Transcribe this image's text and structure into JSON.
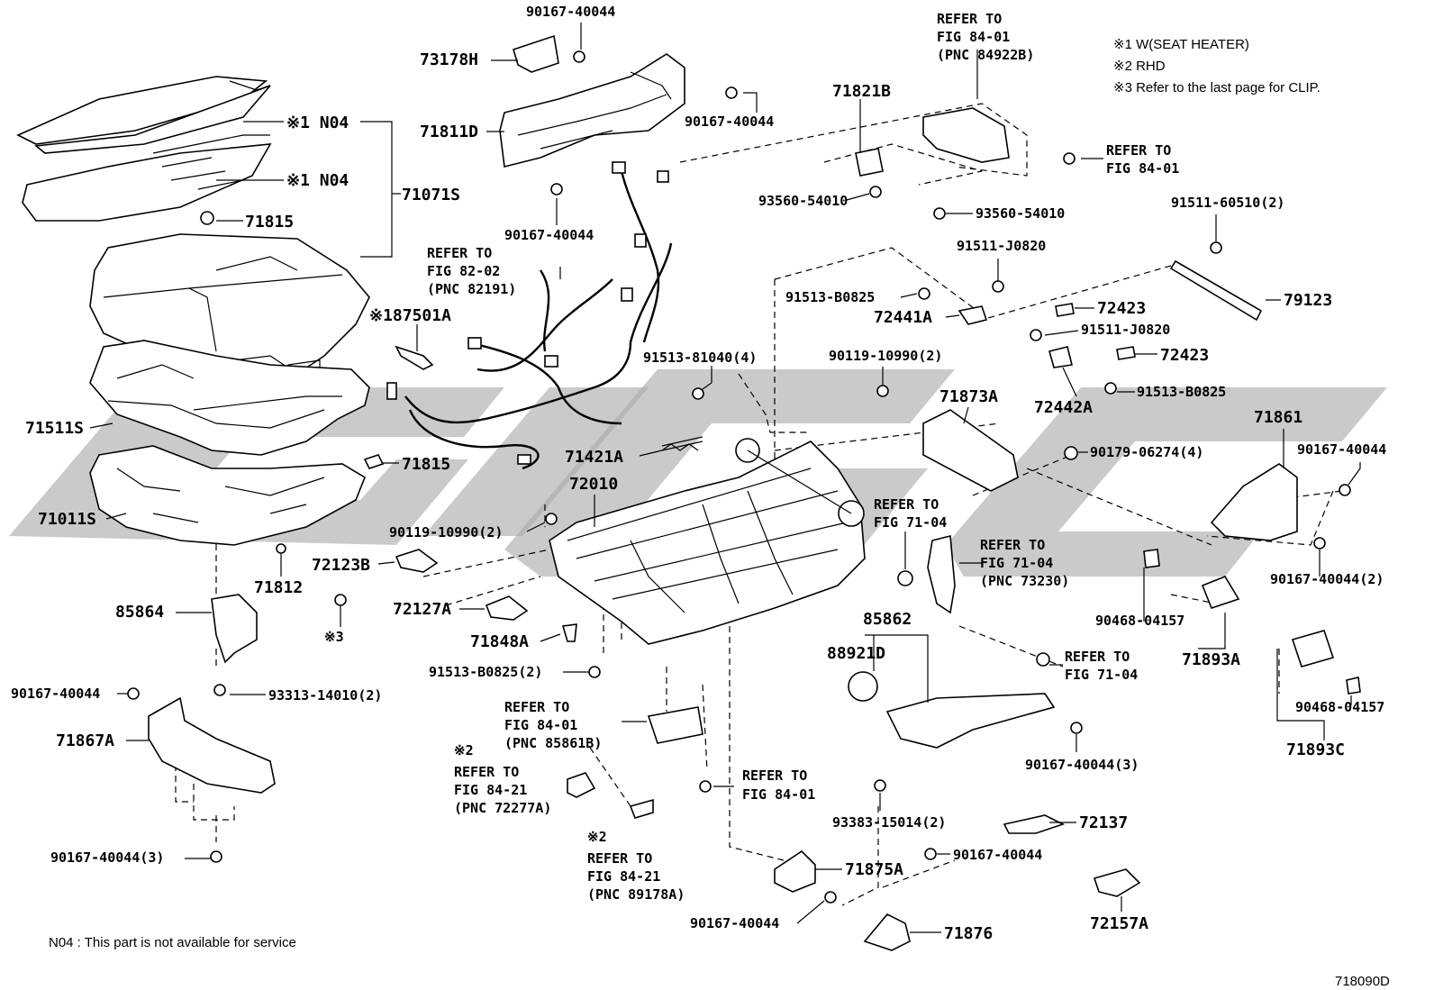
{
  "legend": {
    "note1": "※1 W(SEAT HEATER)",
    "note2": "※2 RHD",
    "note3": "※3 Refer to the last page for CLIP."
  },
  "footnote": "N04 : This part is not available for service",
  "figure_id": "718090D",
  "labels": {
    "l_90167_40044_top": "90167-40044",
    "l_73178H": "73178H",
    "l_71811D": "71811D",
    "l_90167_40044_r": "90167-40044",
    "l_90167_40044_m": "90167-40044",
    "l_n04a": "※1 N04",
    "l_n04b": "※1 N04",
    "l_71071S": "71071S",
    "l_71815a": "71815",
    "ref_82_02_1": "REFER TO",
    "ref_82_02_2": "FIG 82-02",
    "ref_82_02_3": "(PNC 82191)",
    "l_187501A": "※187501A",
    "l_71511S": "71511S",
    "l_71815b": "71815",
    "l_71011S": "71011S",
    "l_71812": "71812",
    "l_x3": "※3",
    "l_85864": "85864",
    "l_90167_40044_ll": "90167-40044",
    "l_93313": "93313-14010(2)",
    "l_71867A": "71867A",
    "l_90167_40044_3a": "90167-40044(3)",
    "ref_84_01_top_1": "REFER TO",
    "ref_84_01_top_2": "FIG 84-01",
    "ref_84_01_top_3": "(PNC 84922B)",
    "l_71821B": "71821B",
    "ref_84_01_r_1": "REFER TO",
    "ref_84_01_r_2": "FIG 84-01",
    "l_93560a": "93560-54010",
    "l_93560b": "93560-54010",
    "l_91511_60510": "91511-60510(2)",
    "l_91511_J0820a": "91511-J0820",
    "l_91513_B0825a": "91513-B0825",
    "l_72441A": "72441A",
    "l_72423a": "72423",
    "l_91511_J0820b": "91511-J0820",
    "l_79123": "79123",
    "l_72423b": "72423",
    "l_72442A": "72442A",
    "l_91513_B0825b": "91513-B0825",
    "l_91513_81040": "91513-81040(4)",
    "l_90119_10990a": "90119-10990(2)",
    "l_71873A": "71873A",
    "l_71861": "71861",
    "l_90167_40044_rr": "90167-40044",
    "l_71421A": "71421A",
    "l_90179": "90179-06274(4)",
    "l_72010": "72010",
    "ref_71_04a_1": "REFER TO",
    "ref_71_04a_2": "FIG 71-04",
    "ref_71_04b_1": "REFER TO",
    "ref_71_04b_2": "FIG 71-04",
    "ref_71_04b_3": "(PNC 73230)",
    "l_90119_10990b": "90119-10990(2)",
    "l_72123B": "72123B",
    "l_90167_40044_2": "90167-40044(2)",
    "l_72127A": "72127A",
    "l_85862": "85862",
    "l_90468a": "90468-04157",
    "l_71893A": "71893A",
    "l_71848A": "71848A",
    "l_88921D": "88921D",
    "ref_71_04c_1": "REFER TO",
    "ref_71_04c_2": "FIG 71-04",
    "l_91513_B0825c": "91513-B0825(2)",
    "ref_84_01_m_1": "REFER TO",
    "ref_84_01_m_2": "FIG 84-01",
    "ref_84_01_m_3": "(PNC 85861B)",
    "l_90468b": "90468-04157",
    "l_71893C": "71893C",
    "x2a": "※2",
    "ref_84_21a_1": "REFER TO",
    "ref_84_21a_2": "FIG 84-21",
    "ref_84_21a_3": "(PNC 72277A)",
    "ref_84_01_b_1": "REFER TO",
    "ref_84_01_b_2": "FIG 84-01",
    "l_90167_40044_3b": "90167-40044(3)",
    "x2b": "※2",
    "ref_84_21b_1": "REFER TO",
    "ref_84_21b_2": "FIG 84-21",
    "ref_84_21b_3": "(PNC 89178A)",
    "l_93383": "93383-15014(2)",
    "l_72137": "72137",
    "l_90167_40044_b": "90167-40044",
    "l_71875A": "71875A",
    "l_72157A": "72157A",
    "l_90167_40044_bb": "90167-40044",
    "l_71876": "71876"
  }
}
